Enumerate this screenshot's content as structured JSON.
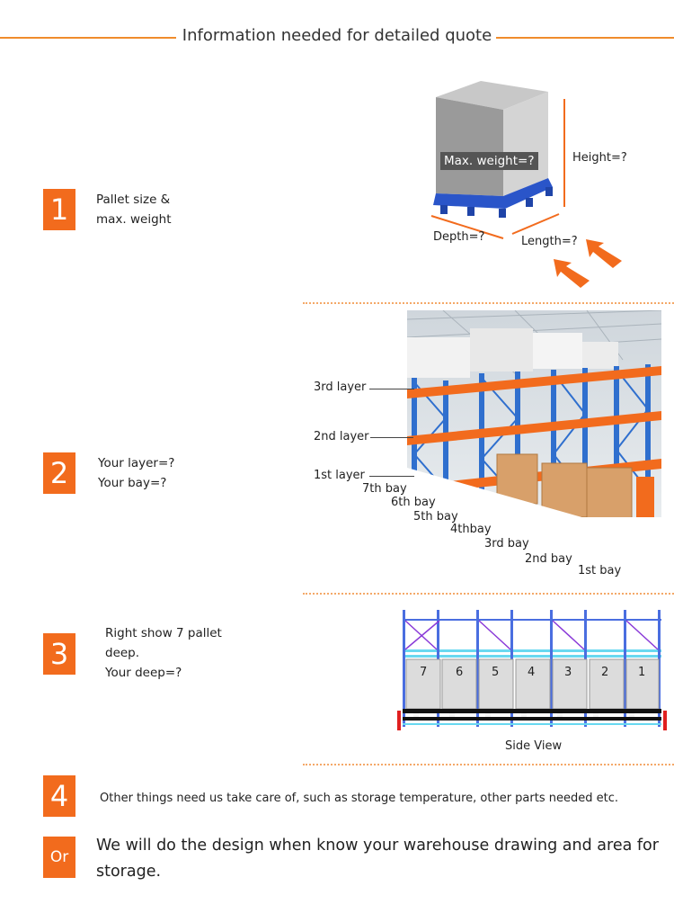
{
  "title": "Information needed for detailed quote",
  "colors": {
    "accent": "#f26b1d",
    "rule": "#f08c2c",
    "rack_blue": "#2f6fce",
    "rack_orange": "#f26b1d"
  },
  "steps": [
    {
      "num": "1",
      "text_lines": [
        "Pallet size &",
        "max. weight"
      ]
    },
    {
      "num": "2",
      "text_lines": [
        "Your layer=?",
        "Your bay=?"
      ]
    },
    {
      "num": "3",
      "text_lines": [
        "Right show 7 pallet",
        "deep.",
        "Your deep=?"
      ]
    },
    {
      "num": "4",
      "text": "Other things need us take care of, such as storage temperature, other parts needed etc."
    },
    {
      "num": "Or",
      "text_lines": [
        "We will do the design when know your warehouse drawing and area for",
        "storage."
      ]
    }
  ],
  "pallet": {
    "weight": "Max. weight=?",
    "height": "Height=?",
    "depth": "Depth=?",
    "length": "Length=?"
  },
  "rack": {
    "layers": [
      "3rd layer",
      "2nd layer",
      "1st layer"
    ],
    "bays": [
      "7th bay",
      "6th bay",
      "5th bay",
      "4thbay",
      "3rd bay",
      "2nd bay",
      "1st bay"
    ]
  },
  "side_view": {
    "caption": "Side View",
    "positions": [
      "7",
      "6",
      "5",
      "4",
      "3",
      "2",
      "1"
    ]
  }
}
